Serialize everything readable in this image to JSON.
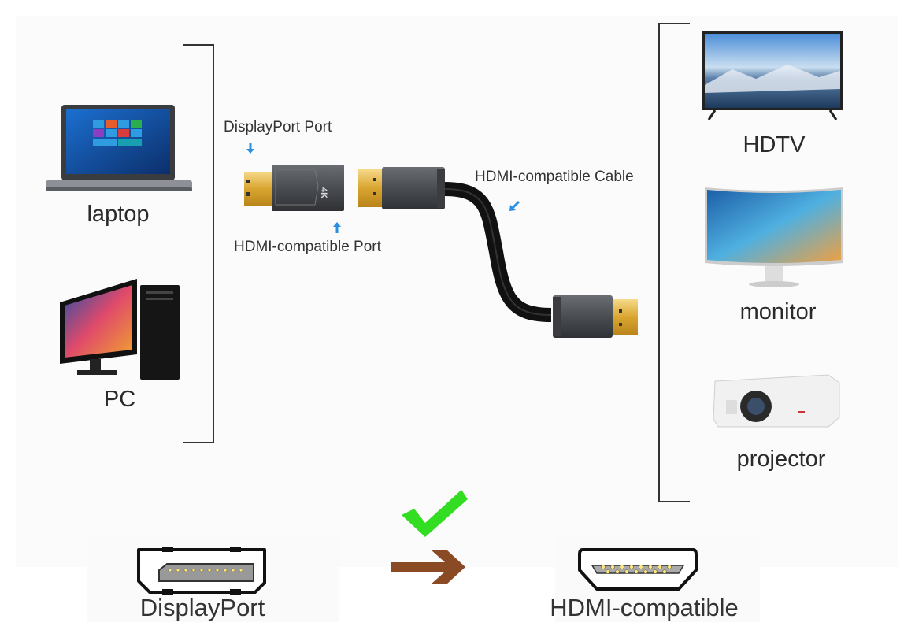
{
  "sources": [
    {
      "label": "laptop",
      "icon": "laptop-icon"
    },
    {
      "label": "PC",
      "icon": "desktop-pc-icon"
    }
  ],
  "displays": [
    {
      "label": "HDTV",
      "icon": "tv-icon"
    },
    {
      "label": "monitor",
      "icon": "curved-monitor-icon"
    },
    {
      "label": "projector",
      "icon": "projector-icon"
    }
  ],
  "product": {
    "dp_port_label": "DisplayPort Port",
    "hdmi_port_label": "HDMI-compatible Port",
    "cable_label": "HDMI-compatible Cable",
    "adapter_badge": "4K",
    "arrow_color": "#2a8fe0"
  },
  "conversion": {
    "from_label": "DisplayPort",
    "to_label": "HDMI-compatible",
    "check_color": "#33dd22",
    "arrow_color": "#8a4b24"
  }
}
